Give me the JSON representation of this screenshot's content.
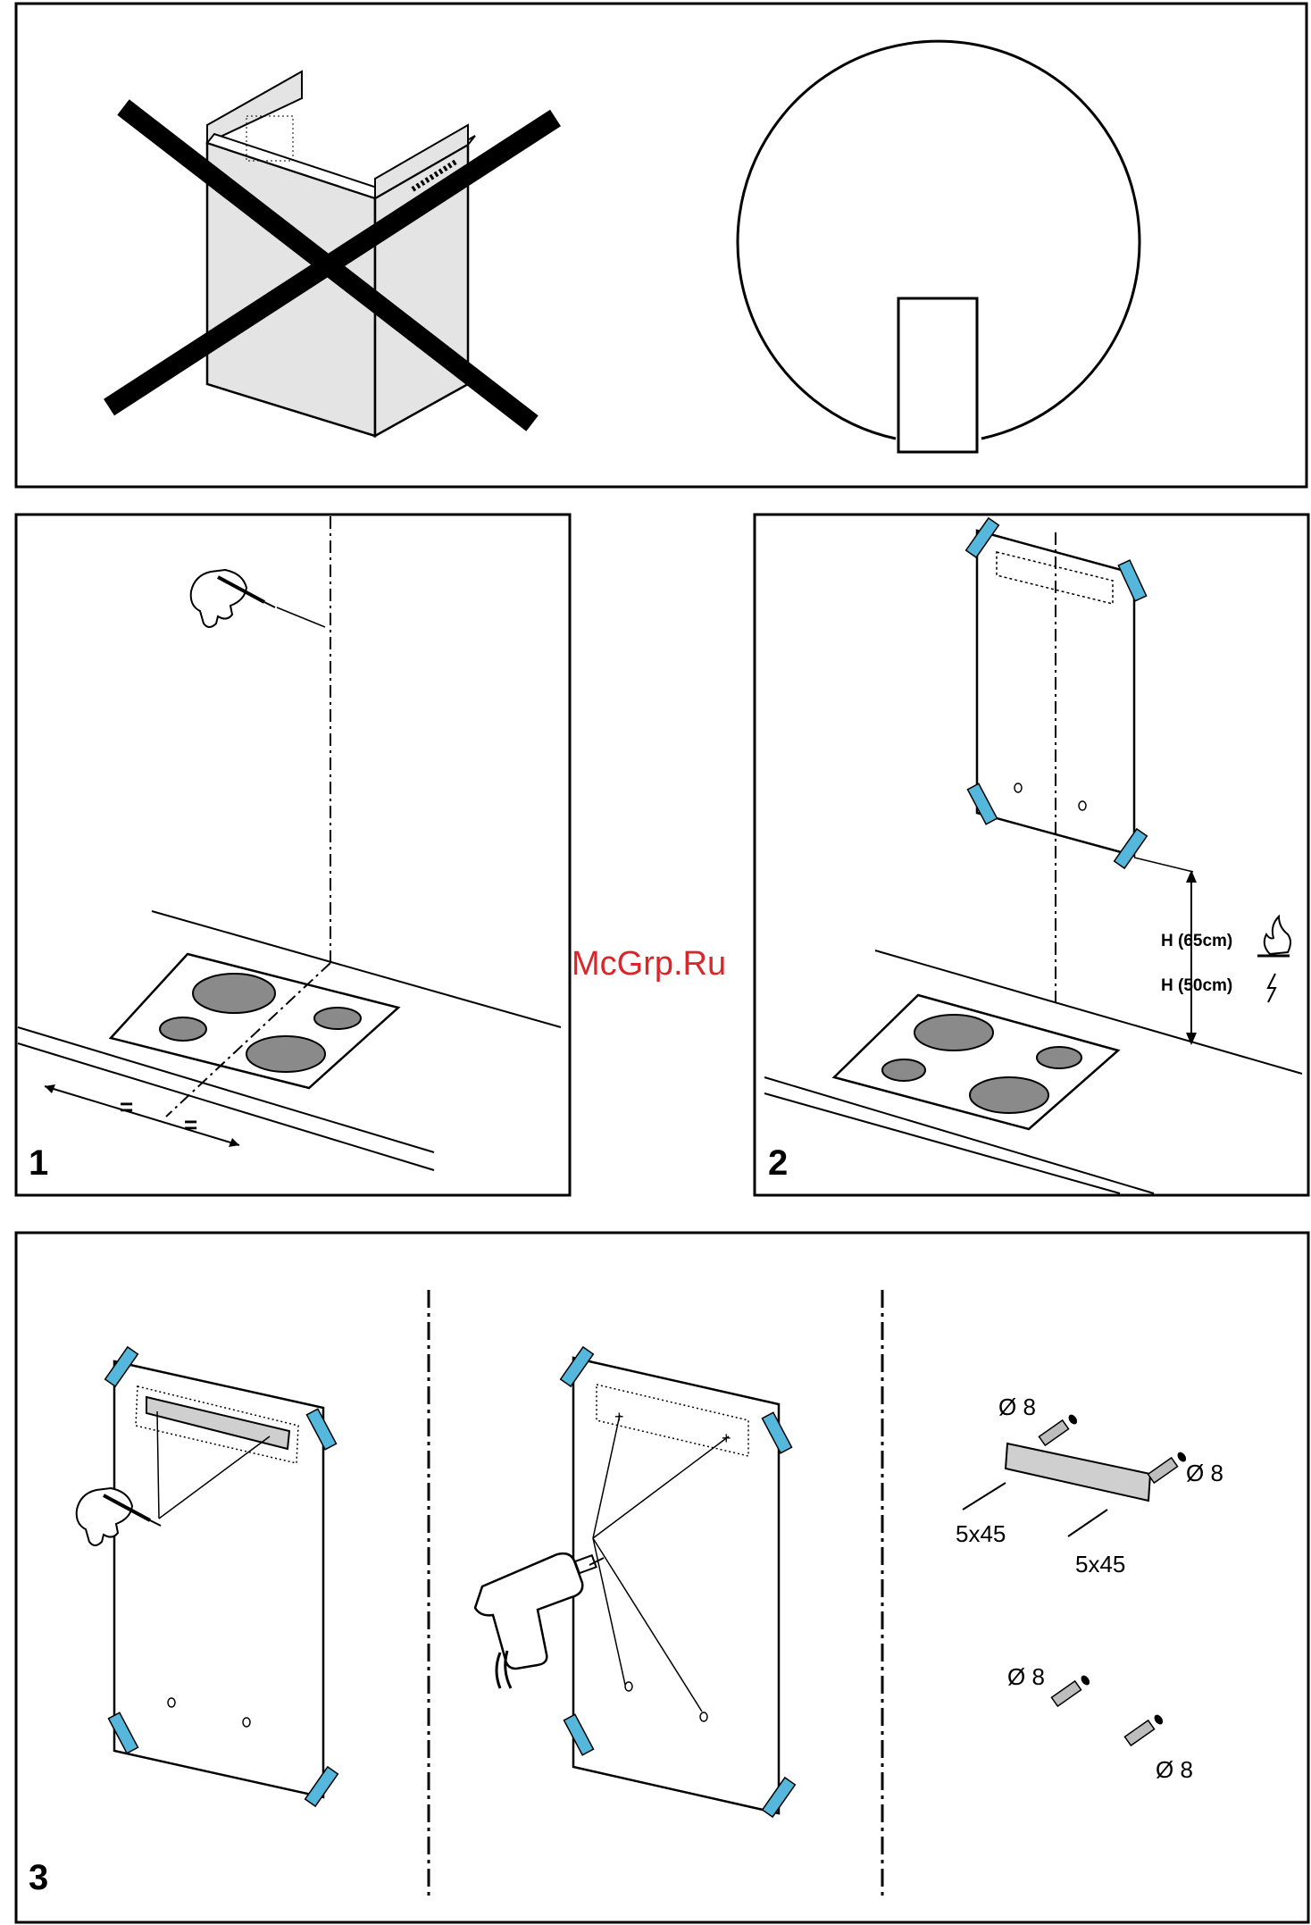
{
  "watermark": "McGrp.Ru",
  "figures": {
    "fig1": {
      "number": "1",
      "equal_left": "=",
      "equal_right": "="
    },
    "fig2": {
      "number": "2",
      "height_gas": "H (65cm)",
      "height_electric": "H (50cm)"
    },
    "fig3": {
      "number": "3",
      "dowel_top_left": "Ø 8",
      "dowel_top_right": "Ø 8",
      "screw_left": "5x45",
      "screw_right": "5x45",
      "dowel_bottom_left": "Ø 8",
      "dowel_bottom_right": "Ø 8"
    }
  },
  "icons": {
    "crossed_out": "cross-icon",
    "gas": "flame-icon",
    "electric": "lightning-icon",
    "pencil": "hand-pencil-icon",
    "drill": "drill-icon"
  },
  "colors": {
    "tape": "#55b7dc",
    "burner": "#8a8a8a",
    "watermark": "#d9262b",
    "hood": "#e4e4e4"
  }
}
